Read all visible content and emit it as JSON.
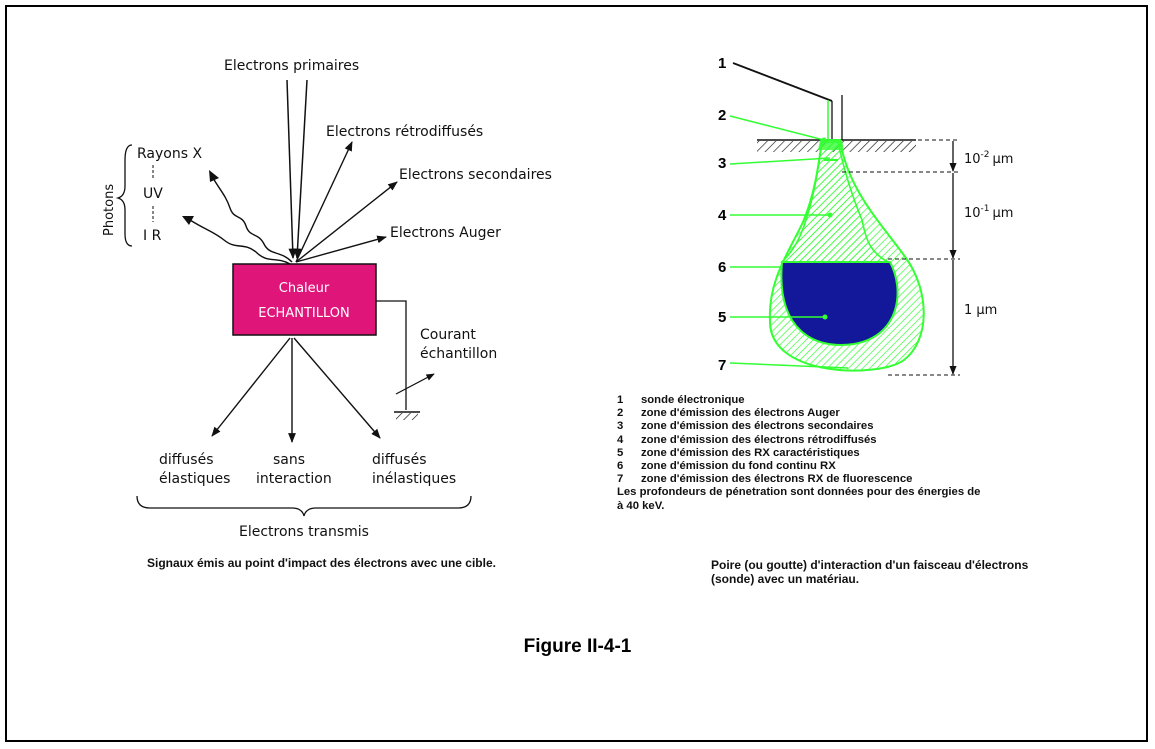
{
  "left_diagram": {
    "primary": "Electrons primaires",
    "backscattered": "Electrons rétrodiffusés",
    "secondary": "Electrons secondaires",
    "auger": "Electrons Auger",
    "photons": "Photons",
    "xray": "Rayons X",
    "uv": "UV",
    "ir": "I R",
    "heat": "Chaleur",
    "sample": "ECHANTILLON",
    "current_1": "Courant",
    "current_2": "échantillon",
    "elastic_1": "diffusés",
    "elastic_2": "élastiques",
    "nointer_1": "sans",
    "nointer_2": "interaction",
    "inelastic_1": "diffusés",
    "inelastic_2": "inélastiques",
    "transmitted": "Electrons transmis",
    "caption": "Signaux émis au point d'impact des électrons avec une cible."
  },
  "right_diagram": {
    "numbers": [
      "1",
      "2",
      "3",
      "4",
      "6",
      "5",
      "7"
    ],
    "depth_1": "10",
    "depth_1_exp": "-2",
    "depth_2": "10",
    "depth_2_exp": "-1",
    "depth_unit": "μm",
    "depth_3": "1 μm",
    "legend": [
      {
        "n": "1",
        "text": "sonde électronique"
      },
      {
        "n": "2",
        "text": "zone d'émission des électrons Auger"
      },
      {
        "n": "3",
        "text": "zone d'émission des électrons secondaires"
      },
      {
        "n": "4",
        "text": "zone d'émission des électrons rétrodiffusés"
      },
      {
        "n": "5",
        "text": "zone d'émission des RX caractéristiques"
      },
      {
        "n": "6",
        "text": "zone d'émission du fond continu RX"
      },
      {
        "n": "7",
        "text": "zone d'émission des électrons RX de fluorescence"
      }
    ],
    "note": "Les profondeurs de pénetration sont données pour des énergies de\nà 40 keV.",
    "caption": "Poire (ou goutte) d'interaction d'un faisceau d'électrons (sonde) avec un matériau."
  },
  "figure_title": "Figure II-4-1",
  "colors": {
    "sample_fill": "#E0157A",
    "zone_green": "#33FF33",
    "zone_blue": "#13179A"
  }
}
